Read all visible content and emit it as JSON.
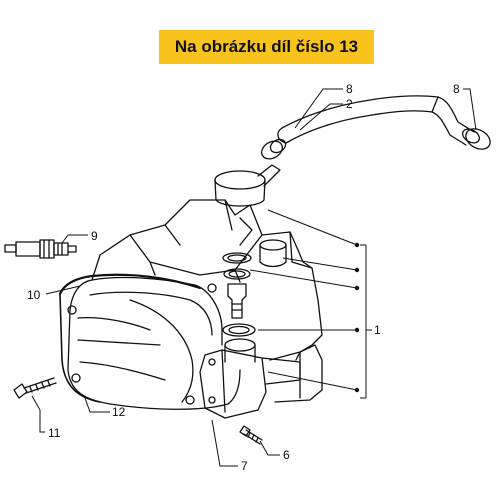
{
  "banner": {
    "text": "Na obrázku díl číslo 13",
    "color": "#f7c31c"
  },
  "callouts": {
    "c8a": "8",
    "c2": "2",
    "c8b": "8",
    "c9": "9",
    "c10": "10",
    "c1": "1",
    "c12": "12",
    "c11": "11",
    "c7": "7",
    "c6": "6"
  }
}
